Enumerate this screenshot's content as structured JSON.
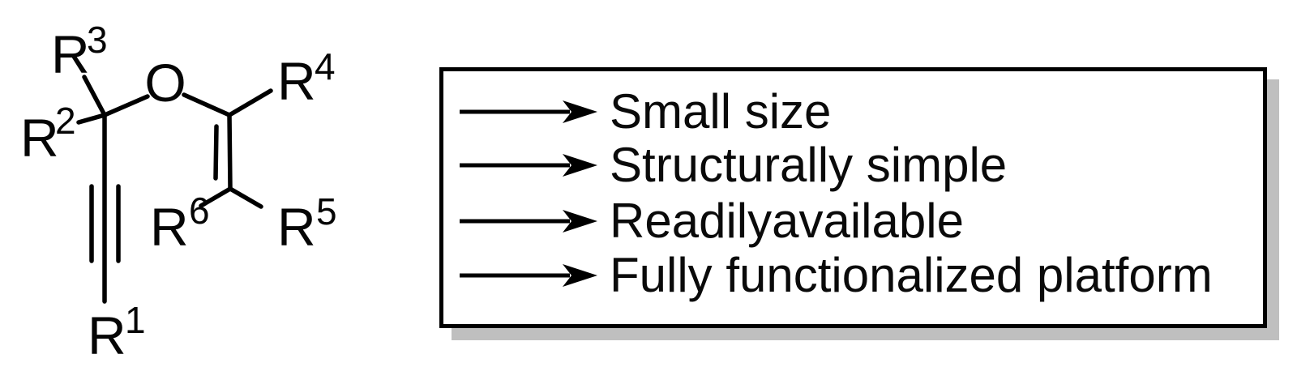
{
  "molecule": {
    "oxygen_label": "O",
    "labels": {
      "r1": {
        "base": "R",
        "sup": "1"
      },
      "r2": {
        "base": "R",
        "sup": "2"
      },
      "r3": {
        "base": "R",
        "sup": "3"
      },
      "r4": {
        "base": "R",
        "sup": "4"
      },
      "r5": {
        "base": "R",
        "sup": "5"
      },
      "r6": {
        "base": "R",
        "sup": "6"
      }
    }
  },
  "feature_box": {
    "items": [
      "Small size",
      "Structurally simple",
      "Readilyavailable",
      "Fully functionalized platform"
    ]
  },
  "colors": {
    "ink": "#000000",
    "shadow": "#bfbfbf",
    "background": "#ffffff"
  }
}
